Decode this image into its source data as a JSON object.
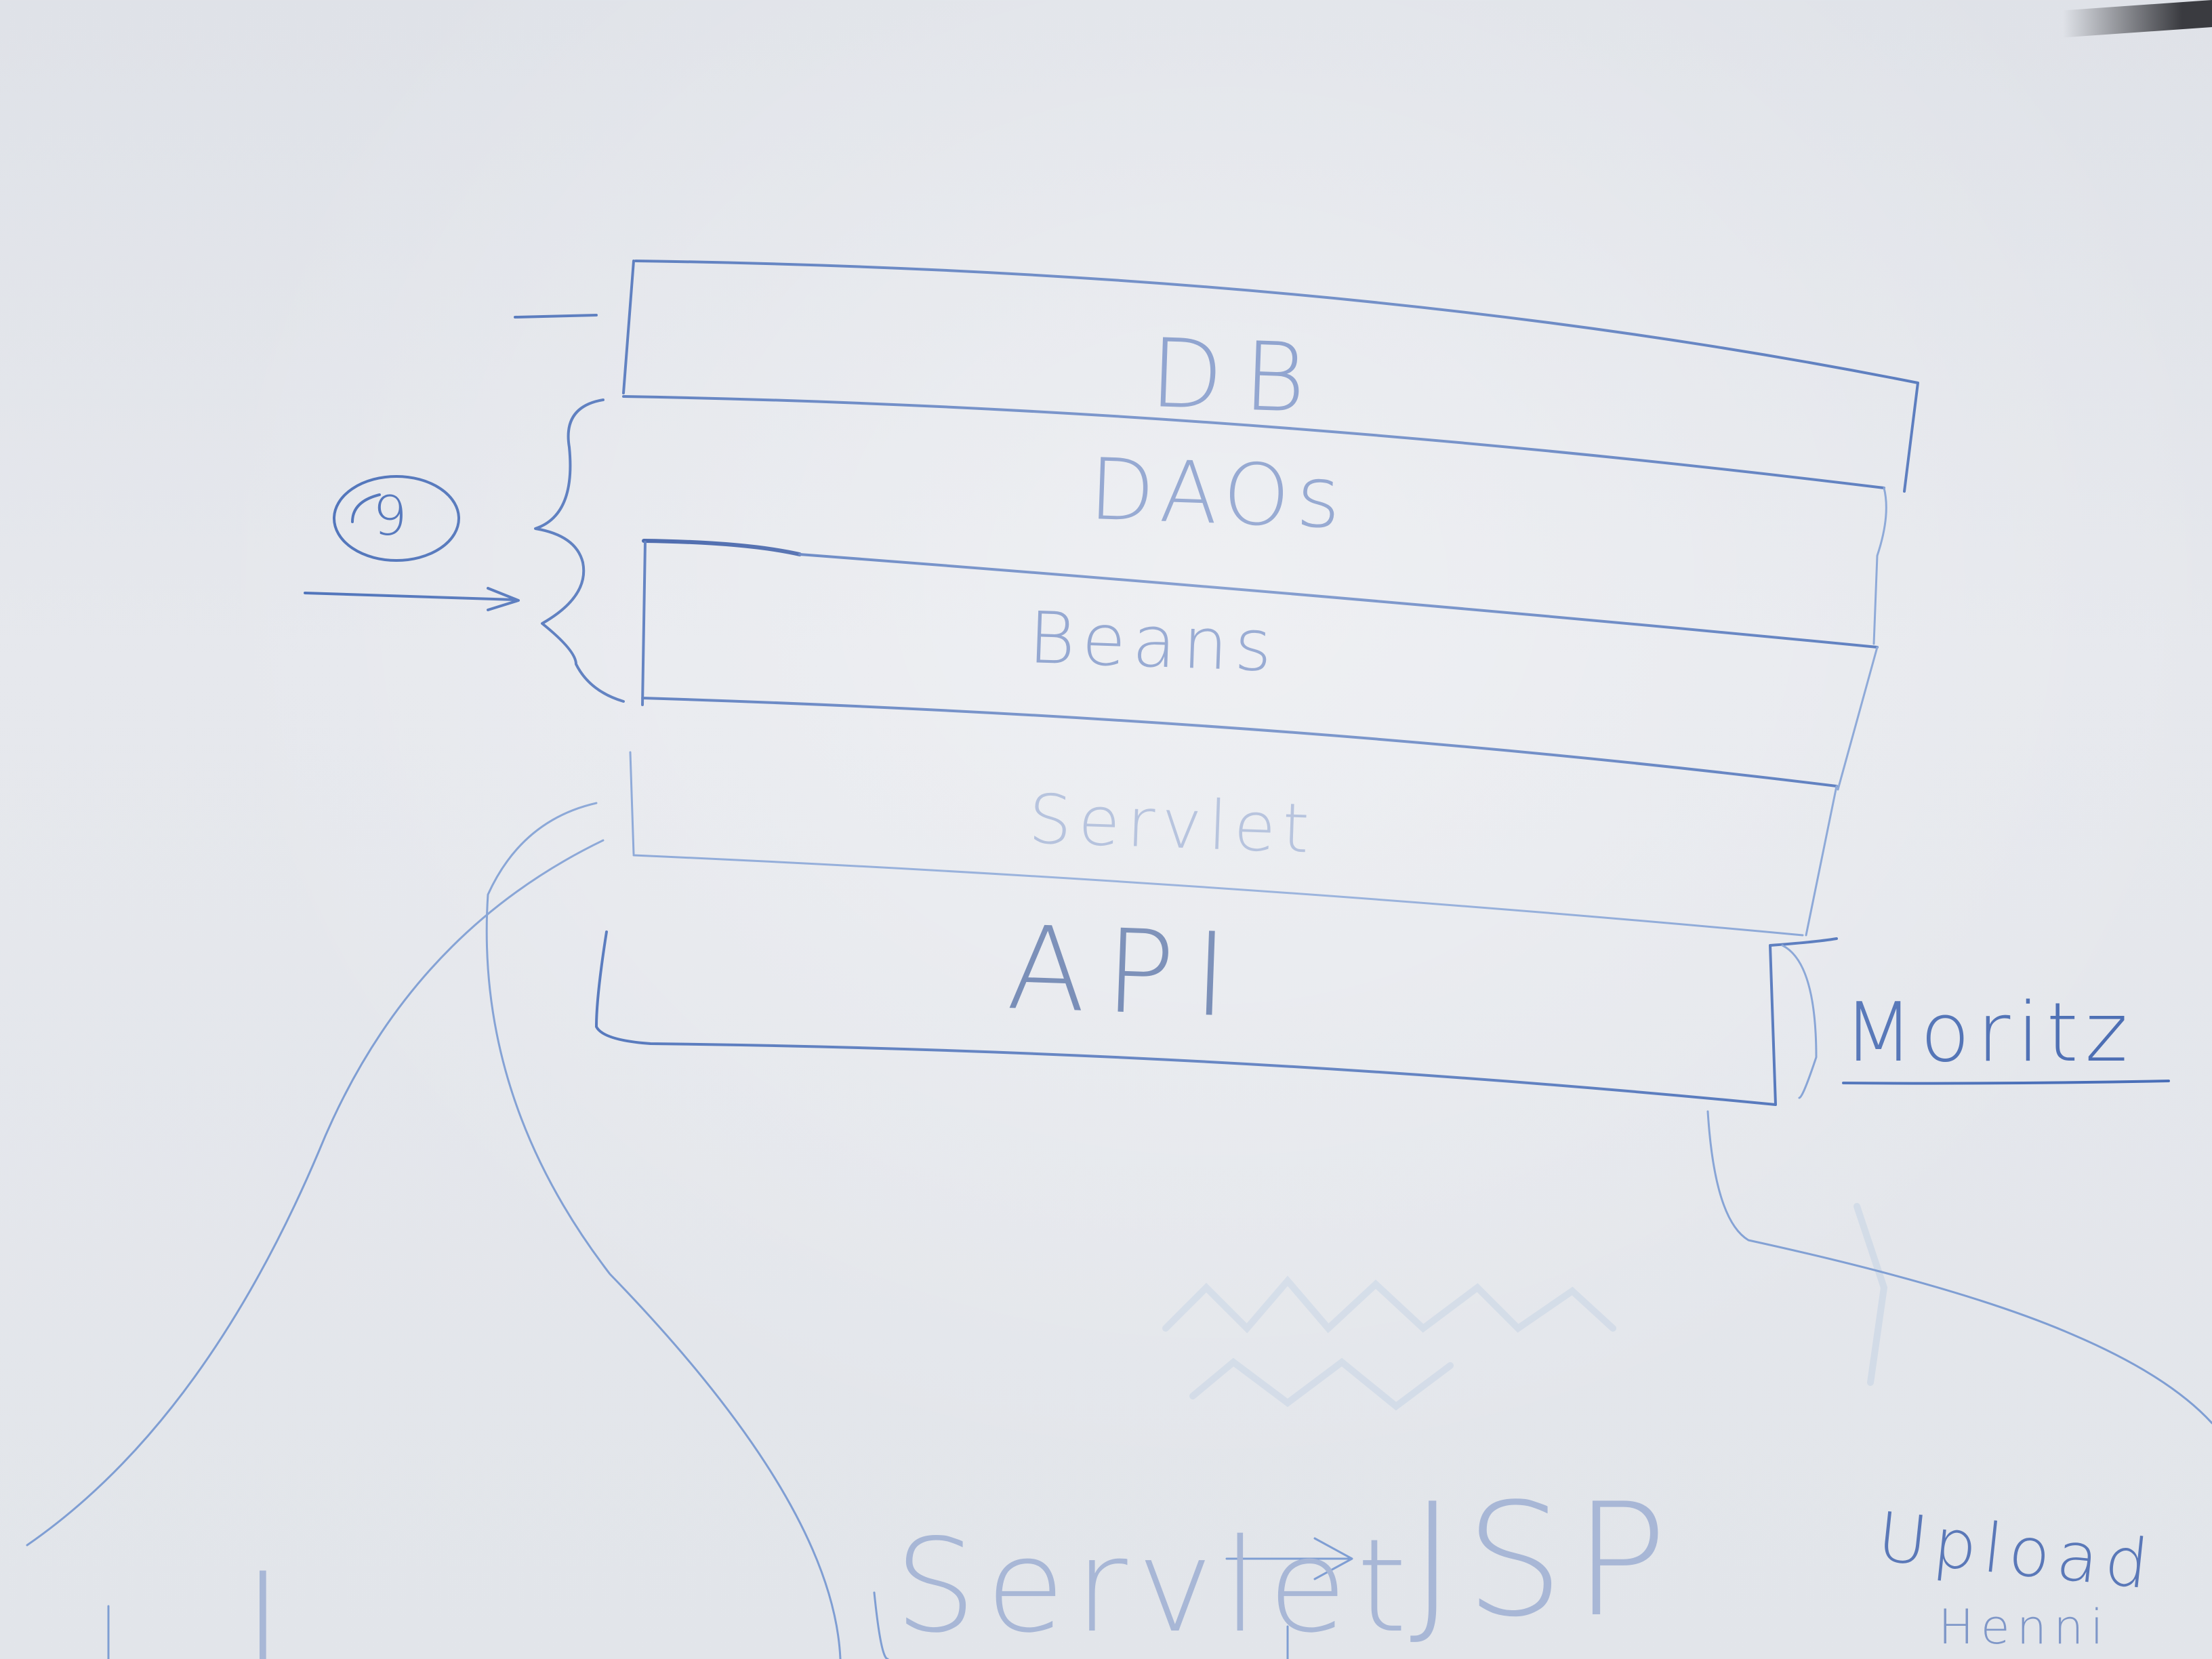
{
  "diagram": {
    "layers": [
      {
        "label": "DB"
      },
      {
        "label": "DAOs"
      },
      {
        "label": "Beans"
      },
      {
        "label": "Servlet"
      },
      {
        "label": "API"
      }
    ],
    "side_note": "Moritz",
    "circle_mark": "9",
    "bottom": {
      "flow_from": "Servlet",
      "arrow": "→",
      "flow_to": "JSP",
      "left_fragment": "I",
      "upload": "Upload",
      "upload_sub": "Henni"
    }
  },
  "colors": {
    "ink": "#4a6fb8",
    "board": "#e3e6eb"
  }
}
